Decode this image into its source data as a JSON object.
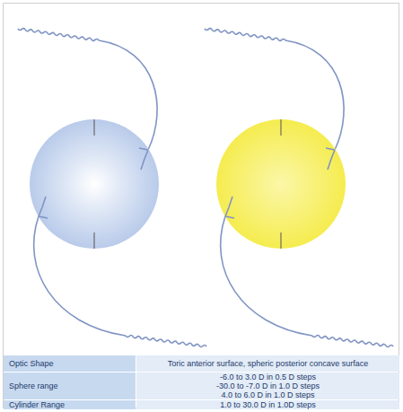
{
  "diagram": {
    "labels": [
      "Optic Shape",
      "Toric anterior surface, spheric posterior concave surface",
      "Sphere range",
      "-6.0 to 3.0 D  in 0.5 D steps",
      "-30.0 to -7.0 D  in 1.0 D steps",
      "4.0 to 6.0 D  in 1.0 D steps",
      "Cylinder Range",
      "1.0 to 30.0 D  in 1.0D steps"
    ]
  }
}
